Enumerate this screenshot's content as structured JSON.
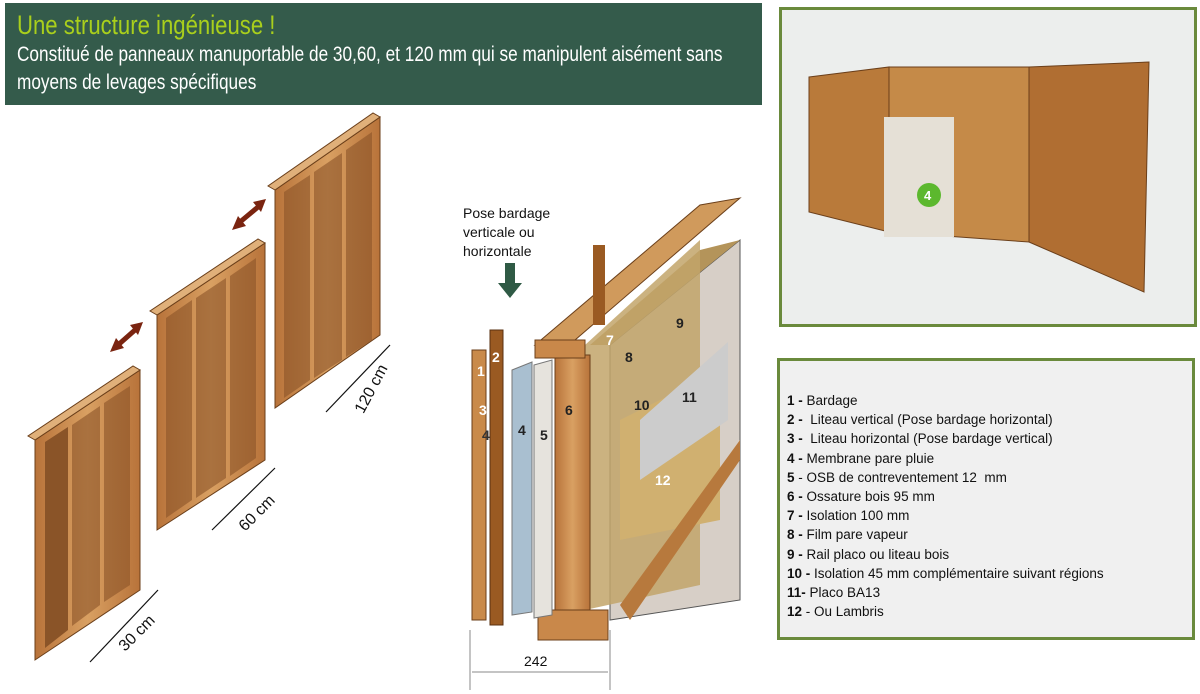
{
  "header": {
    "title": "Une structure ingénieuse !",
    "subtitle": "Constitué de panneaux manuportable de 30,60, et 120 mm qui se manipulent aisément sans moyens de levages spécifiques"
  },
  "panels": {
    "dim_30": "30 cm",
    "dim_60": "60 cm",
    "dim_120": "120 cm"
  },
  "section": {
    "note": [
      "Pose bardage",
      "verticale ou",
      "horizontale"
    ],
    "width": "242",
    "labels": [
      "1",
      "2",
      "3",
      "4",
      "4",
      "5",
      "6",
      "7",
      "8",
      "9",
      "10",
      "11",
      "12"
    ]
  },
  "photo": {
    "marker": "4"
  },
  "legend": [
    {
      "num": "1 -",
      "text": " Bardage"
    },
    {
      "num": "2 -",
      "text": "  Liteau vertical (Pose bardage horizontal)"
    },
    {
      "num": "3 -",
      "text": "  Liteau horizontal (Pose bardage vertical)"
    },
    {
      "num": "4 -",
      "text": " Membrane pare pluie"
    },
    {
      "num": "5",
      "text": " - OSB de contreventement 12  mm"
    },
    {
      "num": "6 -",
      "text": " Ossature bois 95 mm"
    },
    {
      "num": "7 -",
      "text": " Isolation 100 mm"
    },
    {
      "num": "8 -",
      "text": " Film pare vapeur"
    },
    {
      "num": "9 -",
      "text": " Rail placo ou liteau bois"
    },
    {
      "num": "10 -",
      "text": " Isolation 45 mm complémentaire suivant régions"
    },
    {
      "num": "11-",
      "text": " Placo BA13"
    },
    {
      "num": "12",
      "text": " - Ou Lambris"
    }
  ],
  "colors": {
    "header_bg": "#345b4b",
    "title": "#a9cf1c",
    "border": "#6a8a3c",
    "wood": "#c98a4a",
    "arrow": "#7a2410"
  }
}
